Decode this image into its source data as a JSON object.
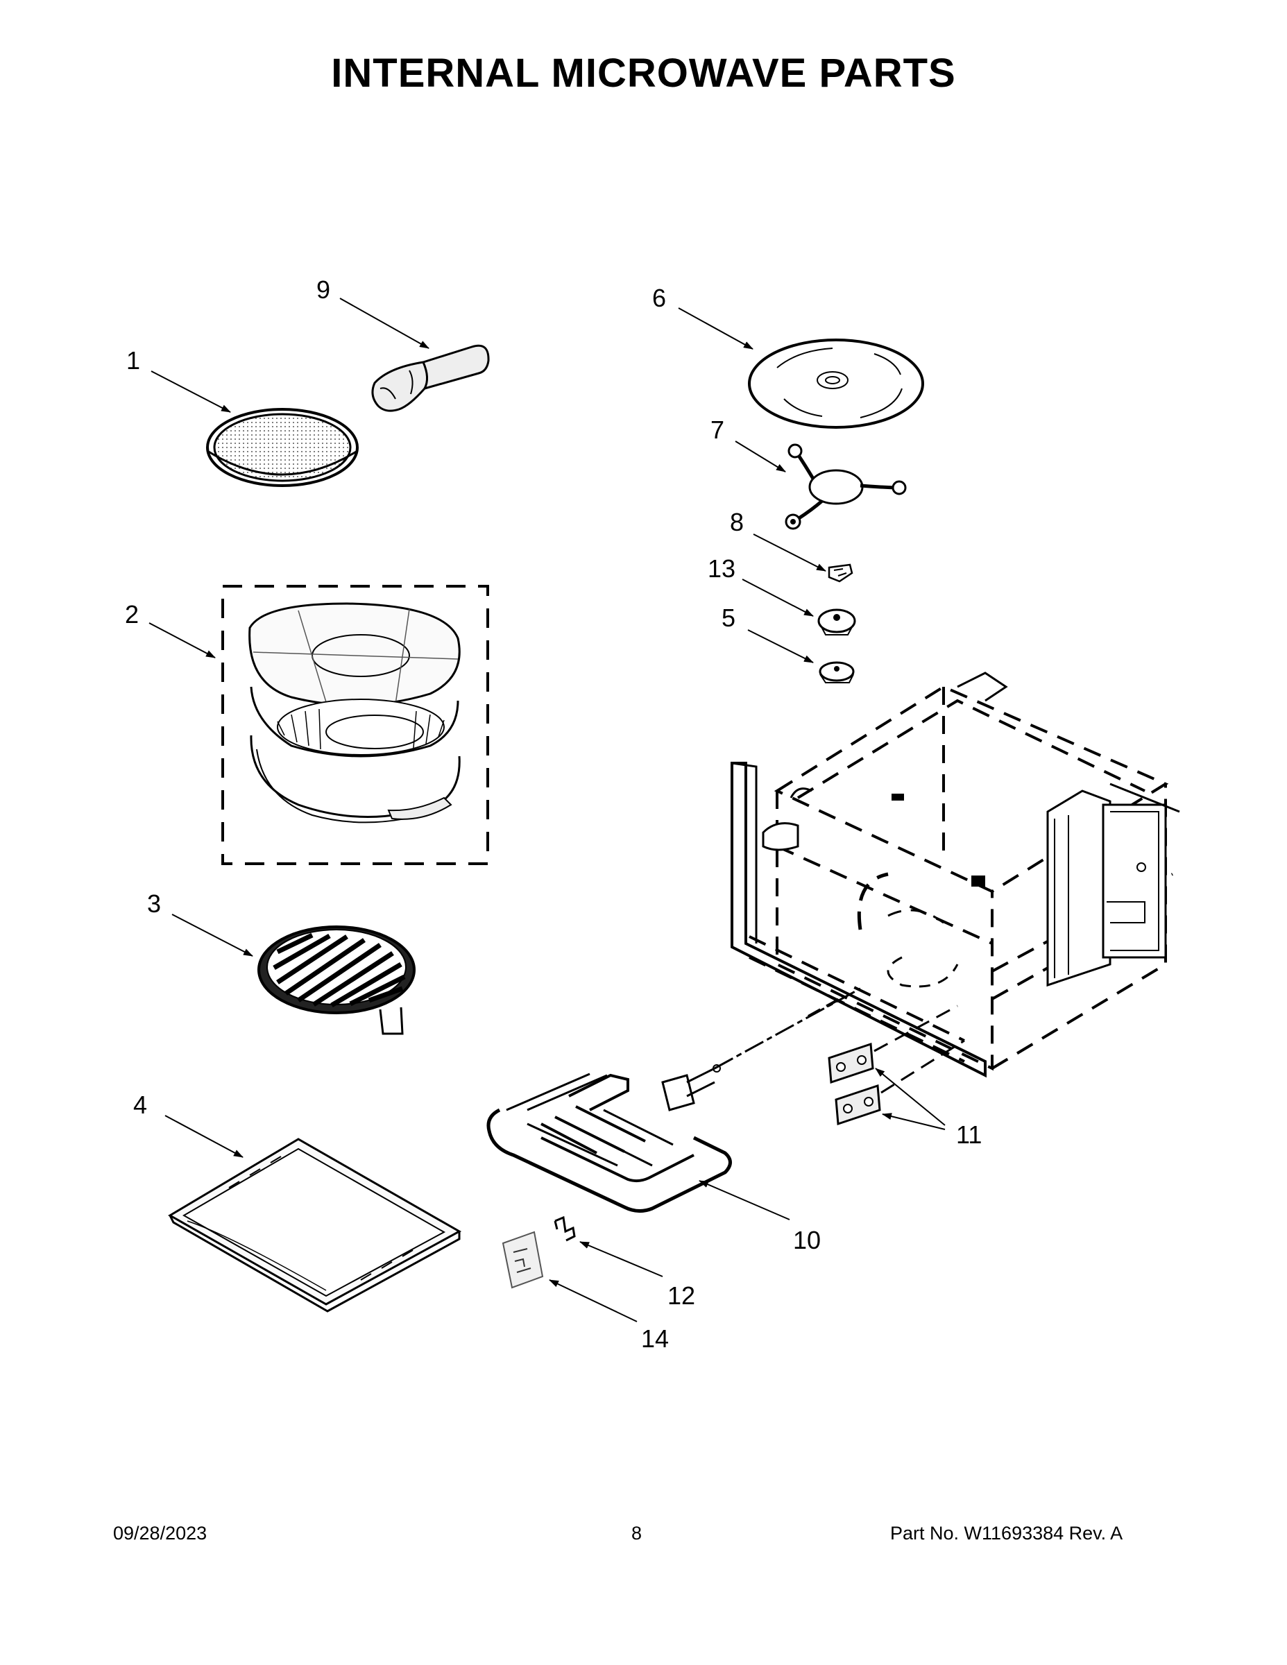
{
  "page": {
    "title": "INTERNAL MICROWAVE PARTS"
  },
  "callouts": {
    "c1": "1",
    "c2": "2",
    "c3": "3",
    "c4": "4",
    "c5": "5",
    "c6": "6",
    "c7": "7",
    "c8": "8",
    "c9": "9",
    "c10": "10",
    "c11": "11",
    "c12": "12",
    "c13": "13",
    "c14": "14"
  },
  "footer": {
    "date": "09/28/2023",
    "page_number": "8",
    "part_number": "Part No.  W11693384  Rev.  A"
  },
  "colors": {
    "line": "#000000",
    "fill_light": "#f2f2f2",
    "fill_dark": "#333333"
  }
}
